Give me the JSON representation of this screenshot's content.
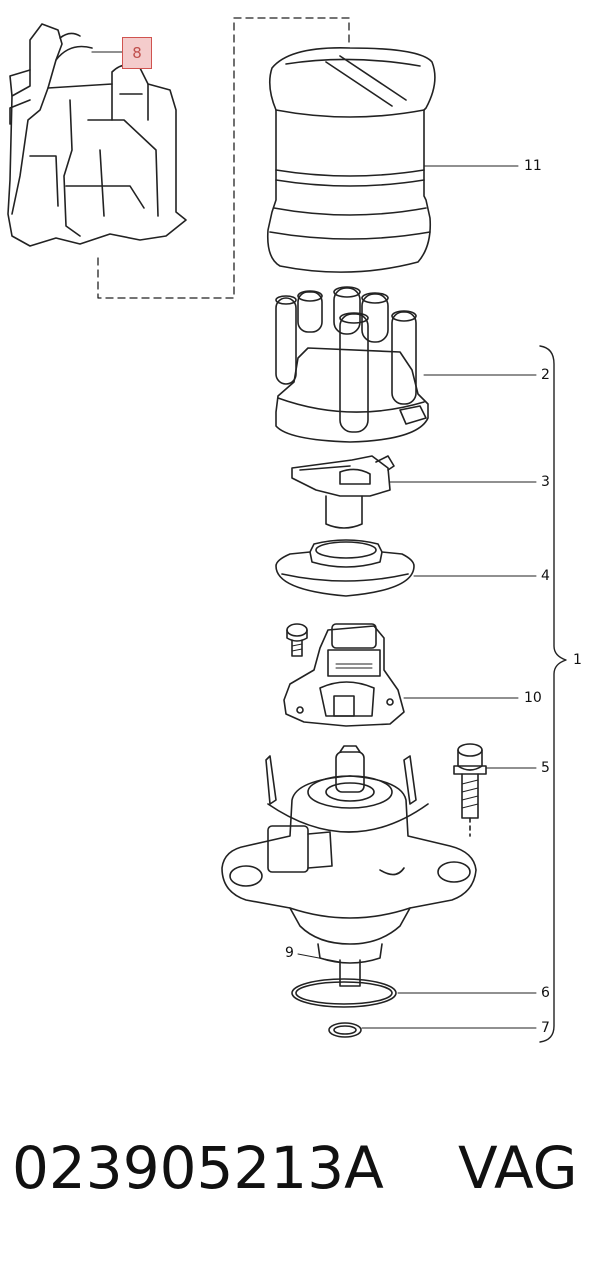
{
  "callouts": {
    "c8": "8",
    "c11": "11",
    "c2": "2",
    "c3": "3",
    "c4": "4",
    "c1": "1",
    "c10": "10",
    "c5": "5",
    "c9": "9",
    "c6": "6",
    "c7": "7"
  },
  "caption": {
    "part_number": "023905213A",
    "brand": "VAG"
  },
  "colors": {
    "line": "#222222",
    "highlight_fill": "#f4cccc",
    "highlight_border": "#d0534f"
  }
}
